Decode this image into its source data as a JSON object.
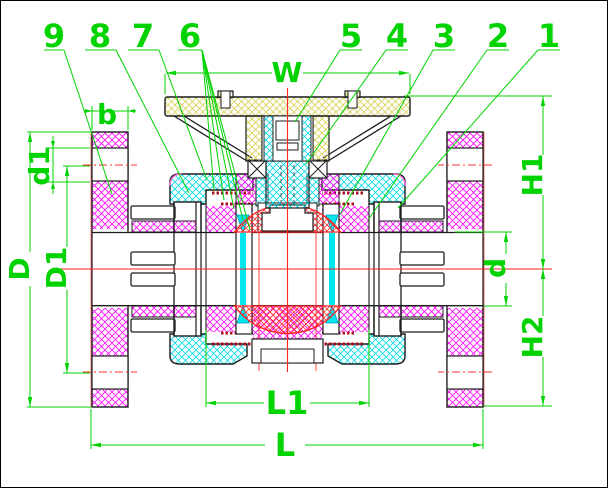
{
  "drawing": {
    "type": "technical-section",
    "subject": "true union ball valve with flanged ends, cross-section"
  },
  "callouts": [
    "9",
    "8",
    "7",
    "6",
    "5",
    "4",
    "3",
    "2",
    "1"
  ],
  "dimensions": {
    "W": "W",
    "b": "b",
    "d1": "d1",
    "D": "D",
    "D1": "D1",
    "d": "d",
    "H1": "H1",
    "H2": "H2",
    "L1": "L1",
    "L": "L"
  },
  "colors": {
    "dimension_green": "#00d300",
    "flange_magenta": "#ff00ff",
    "body_cyan": "#00d8e8",
    "handle_yellow": "#ddd564",
    "ball_red": "#ff3333",
    "centerline_red": "#ff2222",
    "seal_cyan": "#00e5ee",
    "outline_black": "#1c1c1c"
  }
}
